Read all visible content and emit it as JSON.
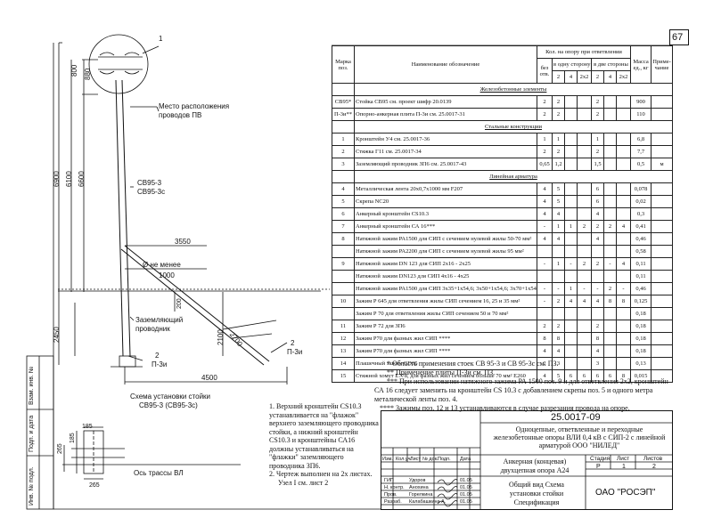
{
  "page_number": "67",
  "drawing": {
    "callout_number": "1",
    "dim_800": "800",
    "dim_880": "880",
    "dim_6900": "6900",
    "dim_6100": "6100",
    "dim_6600": "6600",
    "dim_3550": "3550",
    "dim_1000": "1000",
    "dim_200": "200",
    "dim_2450": "2450",
    "dim_2100": "2100",
    "dim_2700": "2700",
    "dim_4500": "4500",
    "pole_label_1": "СВ95-3",
    "pole_label_2": "СВ95-3с",
    "diameter_note": "Ø не менее",
    "wire_location_1": "Место расположения",
    "wire_location_2": "проводов ПВ",
    "ground_1": "Заземляющий",
    "ground_2": "проводник",
    "callout_2a": "2",
    "plate_a": "П-3и",
    "callout_2b": "2",
    "plate_b": "П-3и",
    "scheme_title_1": "Схема установки стойки",
    "scheme_title_2": "СВ95-3 (СВ95-3с)",
    "dim_265a": "265",
    "dim_265b": "265",
    "dim_185a": "185",
    "dim_185b": "185",
    "line_axis": "Ось трассы ВЛ"
  },
  "side_stamp": [
    "Взам. инв. №",
    "Подп. и дата",
    "Инв. № подл."
  ],
  "table": {
    "headers": {
      "mark": "Марка поз.",
      "name": "Наименование обозначение",
      "qty": "Кол. на опору при ответвлении",
      "no_branch": "без отв.",
      "one_side": "в одну сторону",
      "two_sides": "в две стороны",
      "mass": "Масса ед., кг",
      "note": "Приме-чание",
      "sub1": "2",
      "sub2": "4",
      "sub3": "2х2",
      "sub4": "2",
      "sub5": "4",
      "sub6": "2х2"
    },
    "rows": [
      {
        "type": "section",
        "name": "Железобетонные элементы"
      },
      {
        "type": "item",
        "mark": "СВ95*",
        "name": "Стойка СВ95 см. проект шифр 20.0139",
        "c1": "2",
        "c2": "2",
        "c3": "",
        "c4": "",
        "c5": "2",
        "c6": "",
        "c7": "",
        "mass": "900",
        "note": ""
      },
      {
        "type": "item",
        "mark": "П-3и**",
        "name": "Опорно-анкерная плита П-3и см. 25.0017-31",
        "c1": "2",
        "c2": "2",
        "c3": "",
        "c4": "",
        "c5": "2",
        "c6": "",
        "c7": "",
        "mass": "110",
        "note": ""
      },
      {
        "type": "section",
        "name": "Стальные конструкции"
      },
      {
        "type": "item",
        "mark": "1",
        "name": "Кронштейн У4 см. 25.0017-36",
        "c1": "1",
        "c2": "1",
        "c3": "",
        "c4": "",
        "c5": "1",
        "c6": "",
        "c7": "",
        "mass": "6,8",
        "note": ""
      },
      {
        "type": "item",
        "mark": "2",
        "name": "Стяжка Г11 см. 25.0017-34",
        "c1": "2",
        "c2": "2",
        "c3": "",
        "c4": "",
        "c5": "2",
        "c6": "",
        "c7": "",
        "mass": "7,7",
        "note": ""
      },
      {
        "type": "item",
        "mark": "3",
        "name": "Заземляющий проводник ЗП6 см. 25.0017-43",
        "c1": "0,65",
        "c2": "1,2",
        "c3": "",
        "c4": "",
        "c5": "1,5",
        "c6": "",
        "c7": "",
        "mass": "0,5",
        "note": "м"
      },
      {
        "type": "section",
        "name": "Линейная арматура"
      },
      {
        "type": "item",
        "mark": "4",
        "name": "Металлическая лента 20х0,7х1000 мм F207",
        "c1": "4",
        "c2": "5",
        "c3": "",
        "c4": "",
        "c5": "6",
        "c6": "",
        "c7": "",
        "mass": "0,078",
        "note": ""
      },
      {
        "type": "item",
        "mark": "5",
        "name": "Скрепа NC20",
        "c1": "4",
        "c2": "5",
        "c3": "",
        "c4": "",
        "c5": "6",
        "c6": "",
        "c7": "",
        "mass": "0,02",
        "note": ""
      },
      {
        "type": "item",
        "mark": "6",
        "name": "Анкерный кронштейн CS10.3",
        "c1": "4",
        "c2": "4",
        "c3": "",
        "c4": "",
        "c5": "4",
        "c6": "",
        "c7": "",
        "mass": "0,3",
        "note": ""
      },
      {
        "type": "item",
        "mark": "7",
        "name": "Анкерный кронштейн СА 16***",
        "c1": "-",
        "c2": "1",
        "c3": "1",
        "c4": "2",
        "c5": "2",
        "c6": "2",
        "c7": "4",
        "mass": "0,41",
        "note": ""
      },
      {
        "type": "item",
        "mark": "8",
        "name": "Натяжной зажим РА1500 для СИП с сечением нулевой жилы 50-70 мм²",
        "c1": "4",
        "c2": "4",
        "c3": "",
        "c4": "",
        "c5": "4",
        "c6": "",
        "c7": "",
        "mass": "0,46",
        "note": ""
      },
      {
        "type": "item",
        "mark": "",
        "name": "Натяжной зажим РА2200 для СИП с сечением нулевой жилы 95 мм²",
        "c1": "",
        "c2": "",
        "c3": "",
        "c4": "",
        "c5": "",
        "c6": "",
        "c7": "",
        "mass": "0,58",
        "note": ""
      },
      {
        "type": "item",
        "mark": "9",
        "name": "Натяжной зажим DN 123 для СИП 2х16 - 2х25",
        "c1": "-",
        "c2": "1",
        "c3": "-",
        "c4": "2",
        "c5": "2",
        "c6": "-",
        "c7": "4",
        "mass": "0,11",
        "note": ""
      },
      {
        "type": "item",
        "mark": "",
        "name": "Натяжной зажим DN123 для СИП 4х16 - 4х25",
        "c1": "",
        "c2": "",
        "c3": "",
        "c4": "",
        "c5": "",
        "c6": "",
        "c7": "",
        "mass": "0,11",
        "note": ""
      },
      {
        "type": "item",
        "mark": "",
        "name": "Натяжной зажим РА1500 для СИП 3х35+1х54,6; 3х50+1х54,6; 3х70+1х54,6",
        "c1": "-",
        "c2": "-",
        "c3": "1",
        "c4": "-",
        "c5": "-",
        "c6": "2",
        "c7": "-",
        "mass": "0,46",
        "note": ""
      },
      {
        "type": "item",
        "mark": "10",
        "name": "Зажим Р 645 для ответвления жилы СИП сечением 16, 25 и 35 мм²",
        "c1": "-",
        "c2": "2",
        "c3": "4",
        "c4": "4",
        "c5": "4",
        "c6": "8",
        "c7": "8",
        "mass": "0,125",
        "note": ""
      },
      {
        "type": "item",
        "mark": "",
        "name": "Зажим Р 70 для ответвления жилы СИП сечением 50 и 70 мм²",
        "c1": "",
        "c2": "",
        "c3": "",
        "c4": "",
        "c5": "",
        "c6": "",
        "c7": "",
        "mass": "0,18",
        "note": ""
      },
      {
        "type": "item",
        "mark": "11",
        "name": "Зажим Р 72 для ЗП6",
        "c1": "2",
        "c2": "2",
        "c3": "",
        "c4": "",
        "c5": "2",
        "c6": "",
        "c7": "",
        "mass": "0,18",
        "note": ""
      },
      {
        "type": "item",
        "mark": "12",
        "name": "Зажим Р70 для фазных жил СИП ****",
        "c1": "8",
        "c2": "8",
        "c3": "",
        "c4": "",
        "c5": "8",
        "c6": "",
        "c7": "",
        "mass": "0,18",
        "note": ""
      },
      {
        "type": "item",
        "mark": "13",
        "name": "Зажим Р70 для фазных жил СИП ****",
        "c1": "4",
        "c2": "4",
        "c3": "",
        "c4": "",
        "c5": "4",
        "c6": "",
        "c7": "",
        "mass": "0,18",
        "note": ""
      },
      {
        "type": "item",
        "mark": "14",
        "name": "Плашечный зажим CD35",
        "c1": "2",
        "c2": "3",
        "c3": "",
        "c4": "",
        "c5": "3",
        "c6": "",
        "c7": "",
        "mass": "0,13",
        "note": ""
      },
      {
        "type": "item",
        "mark": "15",
        "name": "Стяжной хомут Е778, для фазных жил сечением больше 70 мм² Е260",
        "c1": "4",
        "c2": "5",
        "c3": "6",
        "c4": "6",
        "c5": "6",
        "c6": "6",
        "c7": "8",
        "mass": "0,015",
        "note": ""
      }
    ]
  },
  "notes": [
    "* Область применения стоек СВ 95-3 и СВ 95-3с см. ПЗ.",
    "** Применение плиты П-3и см. ПЗ.",
    "*** При использовании натяжного зажима РА 1500 поз. 9 и для ответвления 2х2, кронштейн СА 16 следует заменить на кронштейн CS 10.3 с добавлением скрепы поз. 5 и одного метра металической ленты поз. 4.",
    "**** Зажимы поз. 12 и 13 устанавливаются в случае разрезания провода на опоре."
  ],
  "left_notes": [
    "1. Верхний кронштейн CS10.3 устанавливается на \"флажок\" верхнего заземляющего проводника стойки, а нижний кронштейн CS10.3 и кронштейны СА16 должны устанавливаться на \"флажки\" заземляющего проводника ЗП6.",
    "2. Чертеж выполнен на 2х листах.",
    "Узел I см. лист 2"
  ],
  "title_block": {
    "code": "25.0017-09",
    "description": "Одноцепные, ответвленные и переходные железобетонные опоры ВЛИ 0,4 кВ с СИП-2 с линейной арматурой ООО \"НИЛЕД\"",
    "col_headers": [
      "Изм.",
      "Кол.уч.",
      "Лист",
      "№ док.",
      "Подп.",
      "Дата"
    ],
    "sheet_title": "Анкерная (концевая) двухцепная опора А24",
    "stage_label": "Стадия",
    "sheet_label": "Лист",
    "sheets_label": "Листов",
    "stage": "Р",
    "sheet": "1",
    "sheets": "2",
    "roles": [
      "ГИП",
      "Н. контр.",
      "Пров.",
      "Разраб."
    ],
    "names": [
      "Удоров",
      "Анохина",
      "Горелкина",
      "Калабашкина А."
    ],
    "dates": [
      "01.05",
      "01.05",
      "01.05",
      "01.05"
    ],
    "content_title": "Общий вид Схема установки стойки Спецификация",
    "company": "ОАО \"РОСЭП\""
  }
}
